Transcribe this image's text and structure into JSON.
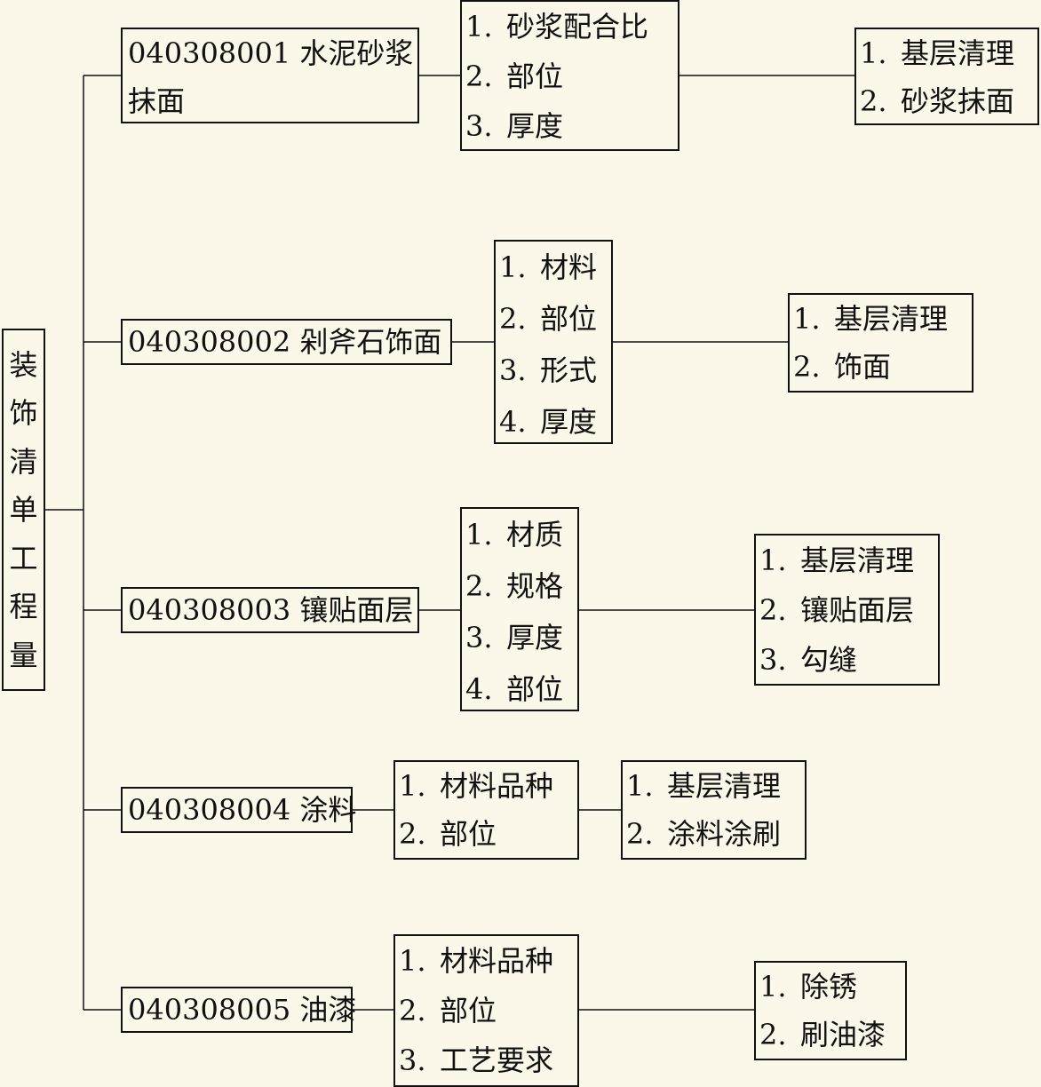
{
  "root": {
    "label_chars": [
      "装",
      "饰",
      "清",
      "单",
      "工",
      "程",
      "量"
    ]
  },
  "branches": [
    {
      "code_lines": [
        "040308001 水泥砂浆",
        "抹面"
      ],
      "features": [
        "砂浆配合比",
        "部位",
        "厚度"
      ],
      "works": [
        "基层清理",
        "砂浆抹面"
      ]
    },
    {
      "code_lines": [
        "040308002 剁斧石饰面"
      ],
      "features": [
        "材料",
        "部位",
        "形式",
        "厚度"
      ],
      "works": [
        "基层清理",
        "饰面"
      ]
    },
    {
      "code_lines": [
        "040308003 镶贴面层"
      ],
      "features": [
        "材质",
        "规格",
        "厚度",
        "部位"
      ],
      "works": [
        "基层清理",
        "镶贴面层",
        "勾缝"
      ]
    },
    {
      "code_lines": [
        "040308004 涂料"
      ],
      "features": [
        "材料品种",
        "部位"
      ],
      "works": [
        "基层清理",
        "涂料涂刷"
      ]
    },
    {
      "code_lines": [
        "040308005 油漆"
      ],
      "features": [
        "材料品种",
        "部位",
        "工艺要求"
      ],
      "works": [
        "除锈",
        "刷油漆"
      ]
    }
  ]
}
